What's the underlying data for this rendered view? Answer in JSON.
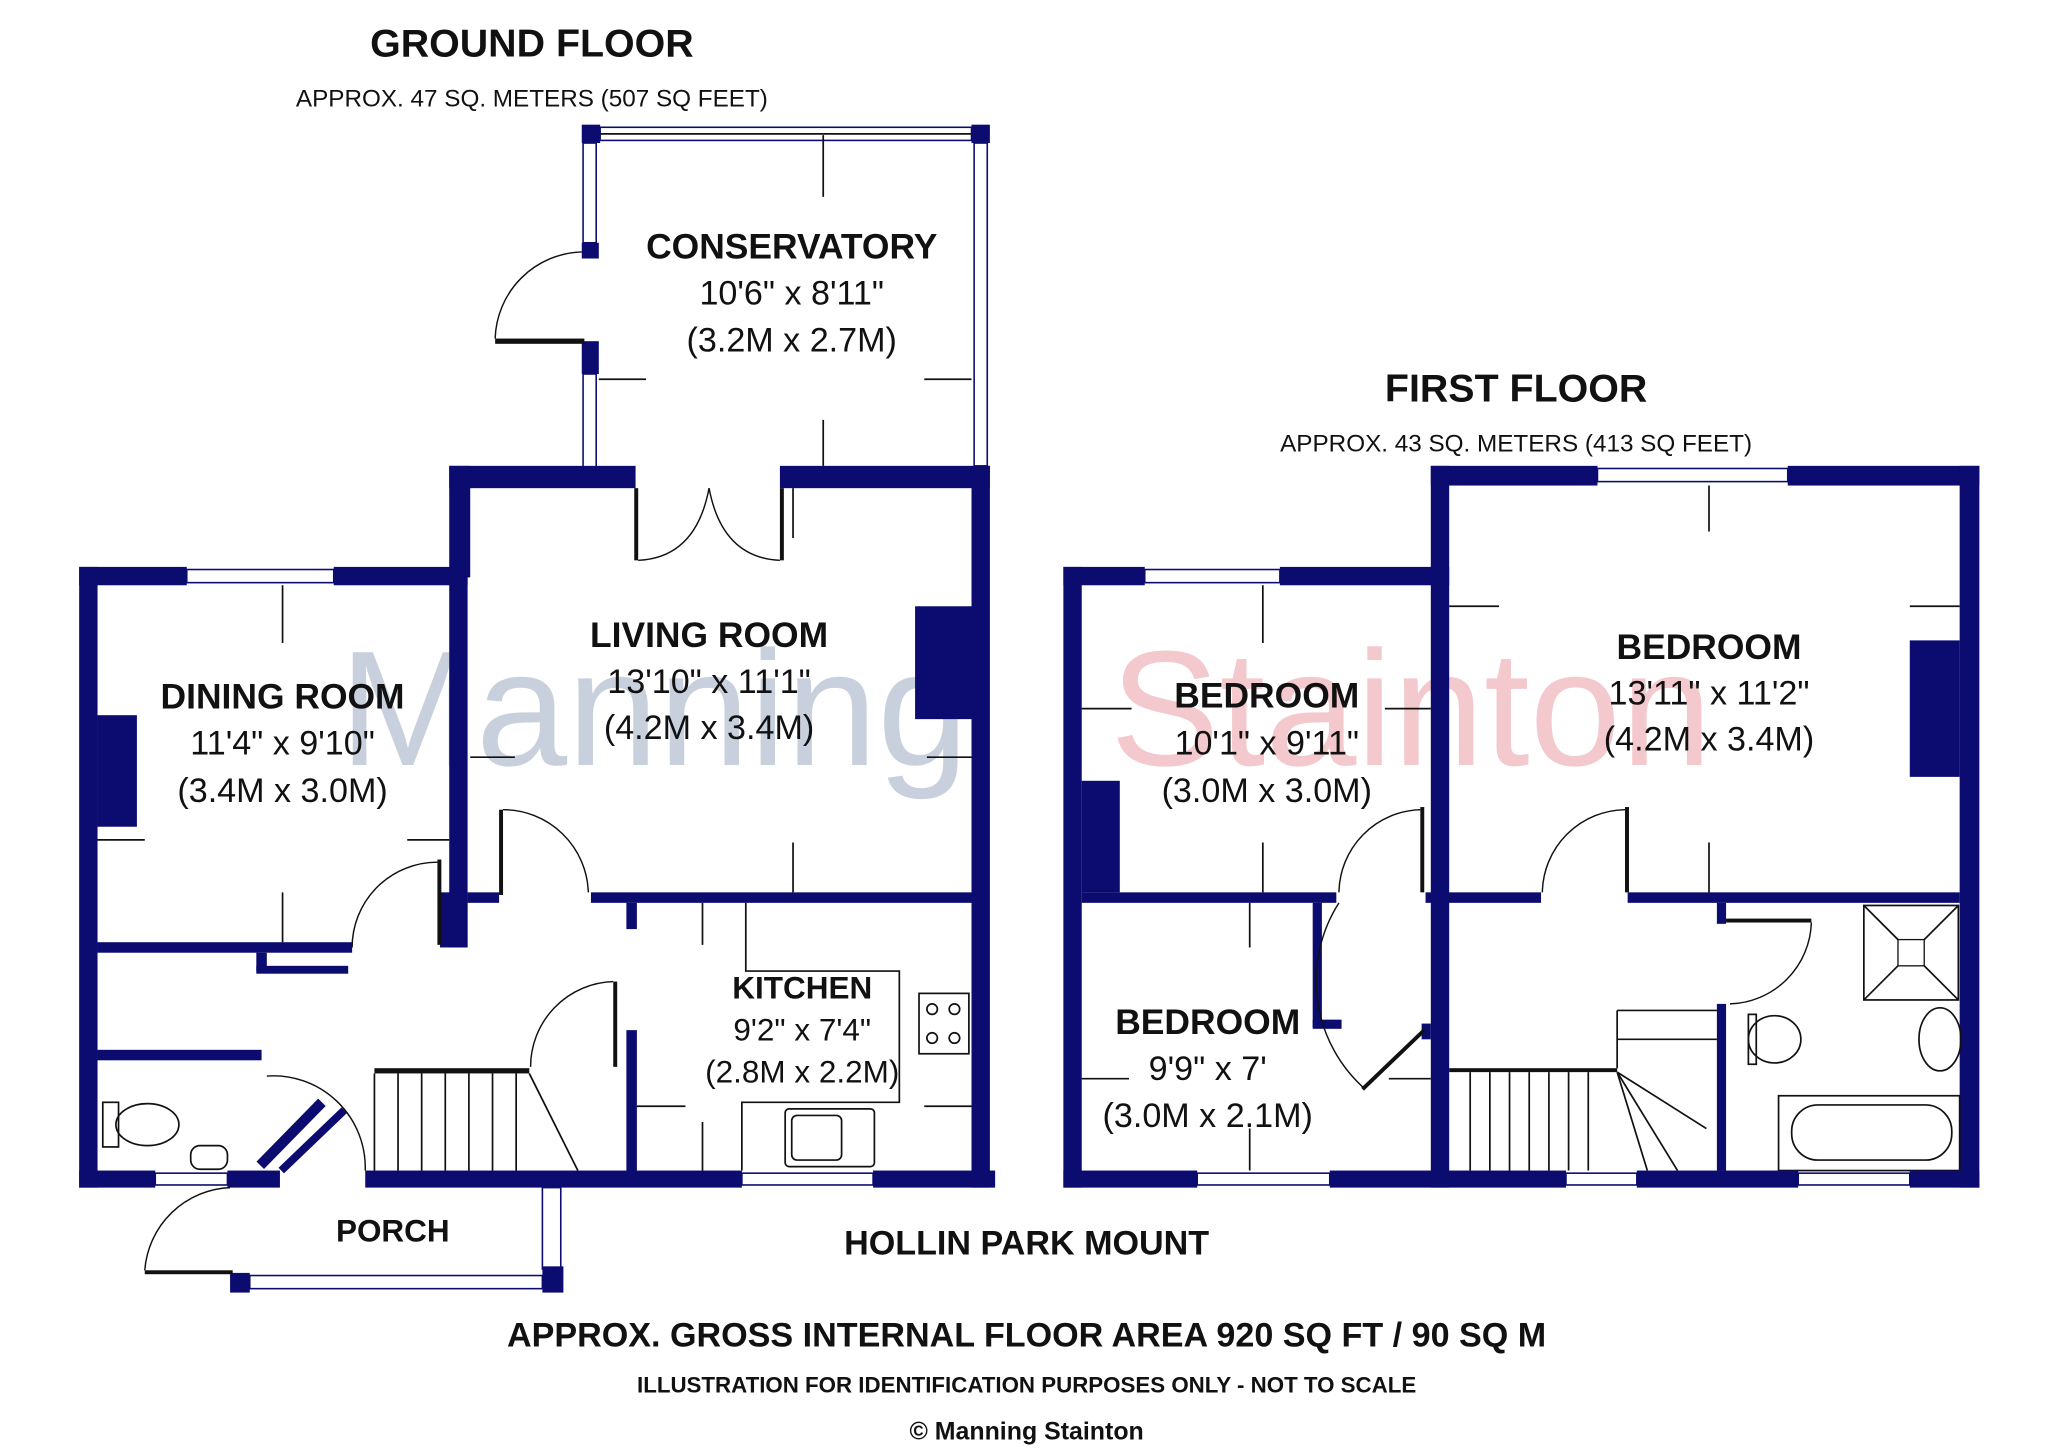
{
  "ground_floor": {
    "title": "GROUND FLOOR",
    "area": "APPROX. 47 SQ. METERS (507 SQ FEET)",
    "rooms": [
      {
        "name": "CONSERVATORY",
        "imperial": "10'6\" x 8'11\"",
        "metric": "(3.2M x 2.7M)"
      },
      {
        "name": "LIVING ROOM",
        "imperial": "13'10\" x 11'1\"",
        "metric": "(4.2M x 3.4M)"
      },
      {
        "name": "DINING ROOM",
        "imperial": "11'4\" x 9'10\"",
        "metric": "(3.4M x 3.0M)"
      },
      {
        "name": "KITCHEN",
        "imperial": "9'2\" x 7'4\"",
        "metric": "(2.8M x 2.2M)"
      },
      {
        "name": "PORCH"
      }
    ]
  },
  "first_floor": {
    "title": "FIRST FLOOR",
    "area": "APPROX. 43 SQ. METERS (413 SQ FEET)",
    "rooms": [
      {
        "name": "BEDROOM",
        "imperial": "10'1\" x 9'11\"",
        "metric": "(3.0M x 3.0M)"
      },
      {
        "name": "BEDROOM",
        "imperial": "13'11\" x 11'2\"",
        "metric": "(4.2M x 3.4M)"
      },
      {
        "name": "BEDROOM",
        "imperial": "9'9\" x 7'",
        "metric": "(3.0M x 2.1M)"
      }
    ]
  },
  "street": "HOLLIN PARK MOUNT",
  "footer": {
    "gross_area": "APPROX. GROSS INTERNAL FLOOR AREA 920 SQ FT / 90 SQ M",
    "disclaimer": "ILLUSTRATION FOR IDENTIFICATION PURPOSES ONLY - NOT TO SCALE",
    "copyright": "© Manning Stainton"
  },
  "watermark": {
    "part1": "Manning",
    "part2": "Stainton",
    "color1": "#c9d0dd",
    "color2": "#f3c9cd"
  },
  "colors": {
    "wall": "#0b0b70"
  }
}
